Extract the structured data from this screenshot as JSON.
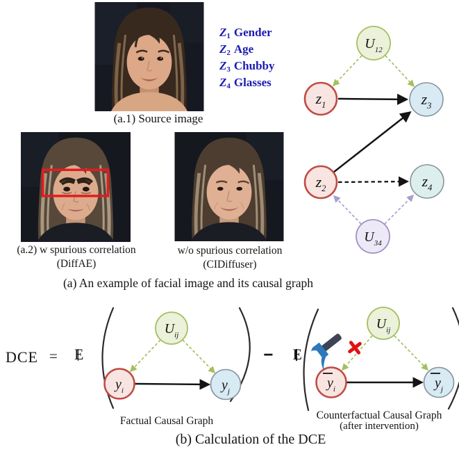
{
  "panel_a": {
    "attributes": [
      {
        "symbol": "Z",
        "sub": "1",
        "label": "Gender"
      },
      {
        "symbol": "Z",
        "sub": "2",
        "label": "Age"
      },
      {
        "symbol": "Z",
        "sub": "3",
        "label": "Chubby"
      },
      {
        "symbol": "Z",
        "sub": "4",
        "label": "Glasses"
      }
    ],
    "source_caption": "(a.1) Source image",
    "diffae_caption": "(a.2) w spurious correlation",
    "diffae_method": "(DiffAE)",
    "cidiffuser_caption": "w/o spurious correlation",
    "cidiffuser_method": "(CIDiffuser)",
    "caption": "(a) An example of facial image and its causal graph",
    "graph": {
      "u12": {
        "main": "U",
        "sub": "12"
      },
      "z1": {
        "main": "z",
        "sub": "1"
      },
      "z3": {
        "main": "z",
        "sub": "3"
      },
      "z2": {
        "main": "z",
        "sub": "2"
      },
      "z4": {
        "main": "z",
        "sub": "4"
      },
      "u34": {
        "main": "U",
        "sub": "34"
      }
    }
  },
  "panel_b": {
    "formula": {
      "lhs": "DCE",
      "equals": "=",
      "expectation1": "E",
      "minus": "−",
      "expectation2": "E"
    },
    "factual": {
      "caption": "Factual Causal Graph",
      "uij": {
        "main": "U",
        "sub": "ij"
      },
      "yi": {
        "main": "y",
        "sub": "i"
      },
      "yj": {
        "main": "y",
        "sub": "j"
      }
    },
    "counterfactual": {
      "caption": "Counterfactual Causal Graph",
      "subcaption": "(after intervention)",
      "uij": {
        "main": "U",
        "sub": "ij"
      },
      "yi": {
        "main": "y",
        "sub": "i"
      },
      "yj": {
        "main": "y",
        "sub": "j"
      }
    },
    "caption": "(b) Calculation of the DCE"
  },
  "colors": {
    "attribute_text": "#1b1bb3",
    "node_u_fill": "#ebf1da",
    "node_u_stroke": "#a5bf60",
    "node_red_fill": "#f8e5e2",
    "node_red_stroke": "#c04b44",
    "node_blue_fill": "#d8eaf3",
    "node_blue_stroke": "#85949c",
    "node_purple_fill": "#eee9f6",
    "node_purple_stroke": "#9e91c6",
    "dashed_olive": "#a5bf60",
    "dashed_lavender": "#a79ecf",
    "edge_black": "#141414",
    "highlight_box": "#e41b1d",
    "intervention_x": "#e21313",
    "hammer_handle": "#3d4455",
    "hammer_head": "#2e78bb"
  }
}
